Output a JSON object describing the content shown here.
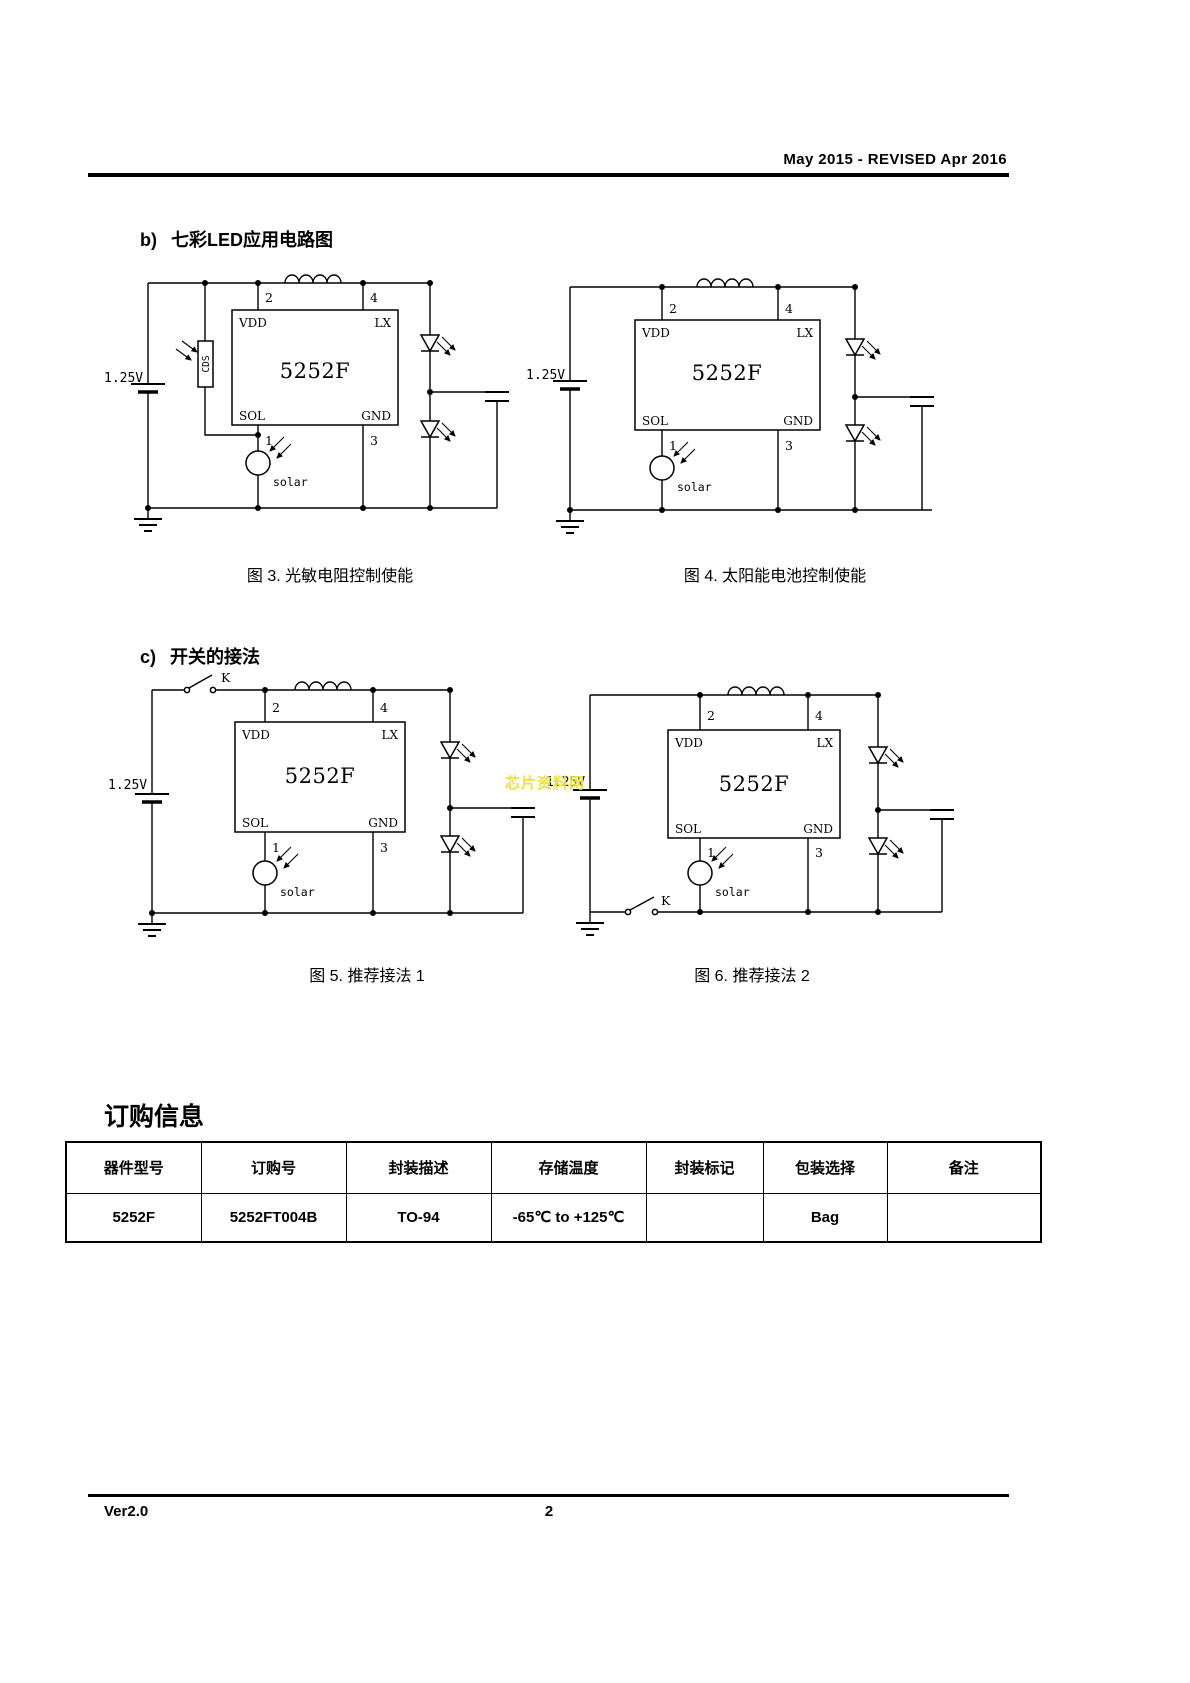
{
  "header": {
    "revision": "May 2015 - REVISED Apr 2016"
  },
  "sections": {
    "b": {
      "label": "b)",
      "title": "七彩LED应用电路图"
    },
    "c": {
      "label": "c)",
      "title": "开关的接法"
    }
  },
  "circuit": {
    "chip": "5252F",
    "pins": {
      "vdd": "VDD",
      "lx": "LX",
      "sol": "SOL",
      "gnd": "GND"
    },
    "pin_numbers": {
      "vdd": "2",
      "lx": "4",
      "sol": "1",
      "gnd": "3"
    },
    "battery": "1.25V",
    "solar": "solar",
    "cds": "CDS",
    "switch_label": "K"
  },
  "figures": {
    "fig3": {
      "caption": "图 3. 光敏电阻控制使能"
    },
    "fig4": {
      "caption": "图 4. 太阳能电池控制使能"
    },
    "fig5": {
      "caption": "图 5. 推荐接法 1"
    },
    "fig6": {
      "caption": "图 6. 推荐接法 2"
    }
  },
  "watermark": "芯片资料网",
  "ordering": {
    "title": "订购信息",
    "columns": [
      "器件型号",
      "订购号",
      "封装描述",
      "存储温度",
      "封装标记",
      "包装选择",
      "备注"
    ],
    "rows": [
      [
        "5252F",
        "5252FT004B",
        "TO-94",
        "-65℃  to +125℃",
        "",
        "Bag",
        ""
      ]
    ]
  },
  "footer": {
    "version": "Ver2.0",
    "page": "2"
  }
}
